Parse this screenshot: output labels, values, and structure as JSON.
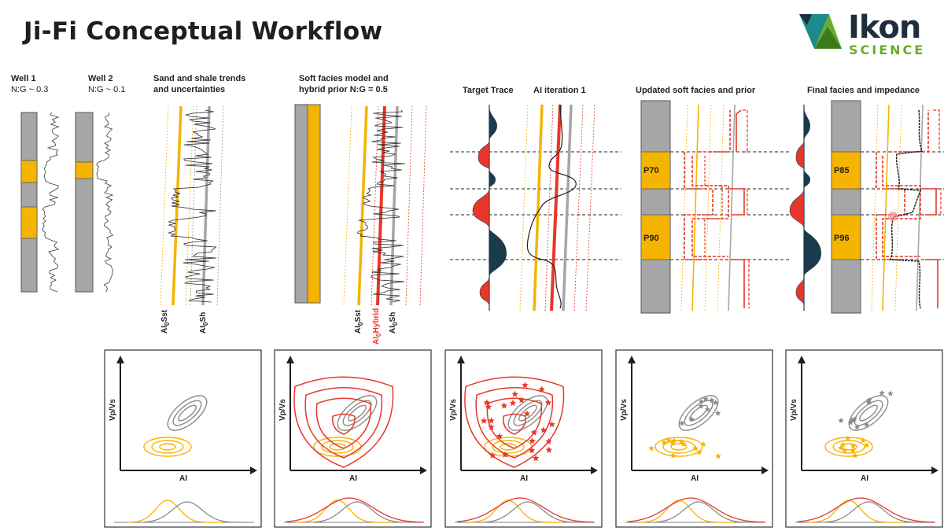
{
  "title": "Ji-Fi Conceptual Workflow",
  "logo": {
    "word": "Ikon",
    "sub": "SCIENCE",
    "colors": {
      "dark": "#1f2d3d",
      "green": "#6aab2e",
      "teal": "#1a8a8a"
    }
  },
  "colors": {
    "sand": "#f5b400",
    "shale": "#a6a6a6",
    "hybrid": "#e8372a",
    "trace_dark": "#1b3a4b",
    "trace_red": "#e8372a"
  },
  "panels": {
    "well1": {
      "name": "Well 1",
      "ng": "N:G ~ 0.3"
    },
    "well2": {
      "name": "Well 2",
      "ng": "N:G ~ 0.1"
    },
    "trends": {
      "title_line1": "Sand and shale trends",
      "title_line2": "and uncertainties",
      "ax1": "AI",
      "ax1_sub": "0",
      "ax1_tail": "Sst",
      "ax2": "AI",
      "ax2_sub": "0",
      "ax2_tail": "Sh"
    },
    "soft": {
      "title_line1": "Soft facies model and",
      "title_line2": "hybrid prior N:G = 0.5",
      "ax1": "AI",
      "ax1_sub": "0",
      "ax1_tail": "Sst",
      "ax2": "AI",
      "ax2_sub": "0",
      "ax2_tail": "Hybrid",
      "ax3": "AI",
      "ax3_sub": "0",
      "ax3_tail": "Sh"
    },
    "target": {
      "title": "Target Trace"
    },
    "iter": {
      "title": "AI iteration 1"
    },
    "updated": {
      "title": "Updated soft facies and prior",
      "p1": "P70",
      "p2": "P90"
    },
    "final": {
      "title": "Final facies and impedance",
      "p1": "P85",
      "p2": "P96"
    }
  },
  "crossplots": [
    {
      "ylabel": "Vp/Vs",
      "xlabel": "AI"
    },
    {
      "ylabel": "Vp/Vs",
      "xlabel": "AI"
    },
    {
      "ylabel": "Vp/Vs",
      "xlabel": "AI"
    },
    {
      "ylabel": "Vp/Vs",
      "xlabel": "AI"
    },
    {
      "ylabel": "Vp/Vs",
      "xlabel": "AI"
    }
  ]
}
